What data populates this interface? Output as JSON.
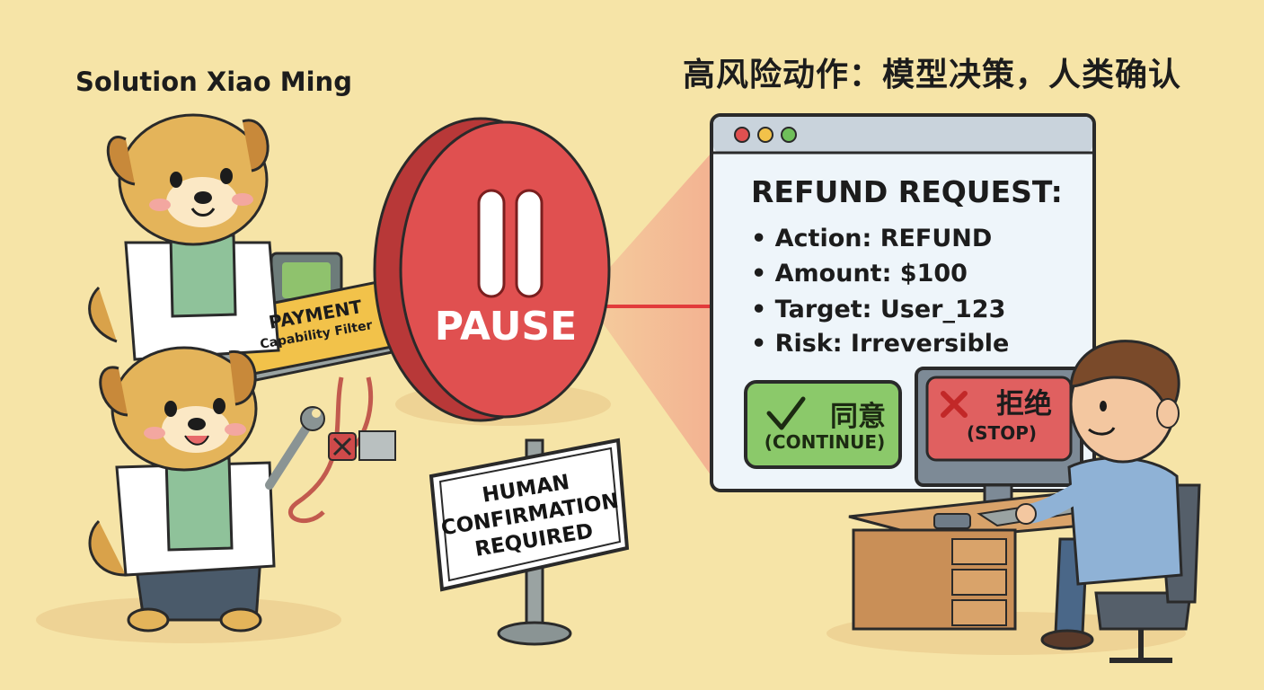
{
  "caption": "Solution Xiao Ming",
  "headline": "高风险动作：模型决策，人类确认",
  "pause_label": "PAUSE",
  "filter": {
    "label_main": "PAYMENT",
    "label_sub": "Capability Filter"
  },
  "sign": {
    "text": "HUMAN\nCONFIRMATION\nREQUIRED"
  },
  "panel": {
    "title": "REFUND REQUEST:",
    "details": [
      "• Action: REFUND",
      "• Amount: $100",
      "• Target: User_123",
      "• Risk: Irreversible"
    ],
    "approve": {
      "label": "同意",
      "sub": "(CONTINUE)",
      "icon": "check-icon"
    },
    "reject": {
      "label": "拒绝",
      "sub": "(STOP)",
      "icon": "x-icon"
    }
  },
  "colors": {
    "background": "#f6e4a7",
    "pause_red": "#e05050",
    "approve_green": "#8bc96a",
    "reject_red": "#e06060",
    "panel_bg": "#eef5fa"
  }
}
